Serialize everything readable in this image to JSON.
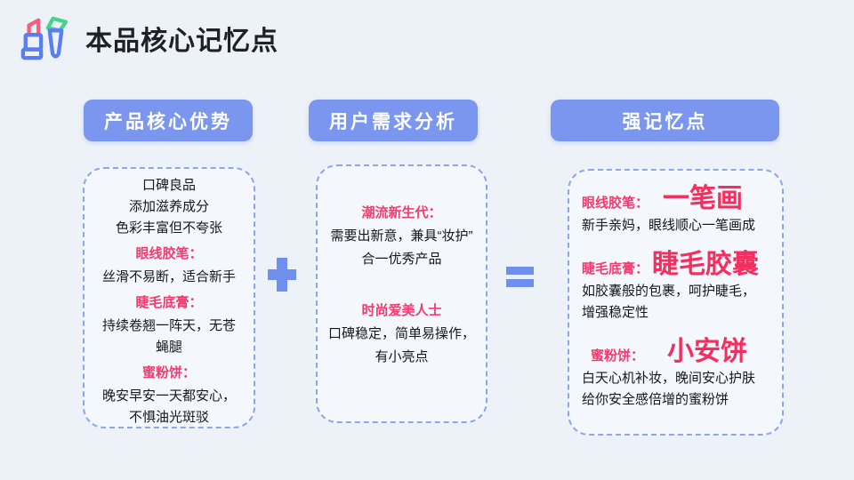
{
  "title": "本品核心记忆点",
  "colors": {
    "background": "#edf1f8",
    "header_pill_blue": "#7b96ee",
    "operator_blue": "#6f8fee",
    "box_border_blue": "#8ba6ee",
    "box_fill": "#f4f7fb",
    "label_pink": "#f43a6e",
    "highlight_red": "#f42f5f",
    "text_dark": "#17171f",
    "icon_lipstick_pink": "#f2607d",
    "icon_brush_green": "#44d58b",
    "icon_body_blue": "#5b7df2"
  },
  "icons": {
    "title_icon": "lipstick-and-makeup-brush-icon"
  },
  "operators": {
    "plus": "+",
    "equals": "="
  },
  "columns": [
    {
      "header": "产品核心优势",
      "items": [
        {
          "style": "plain",
          "text": "口碑良品"
        },
        {
          "style": "plain",
          "text": "添加滋养成分"
        },
        {
          "style": "plain",
          "text": "色彩丰富但不夸张"
        },
        {
          "style": "label",
          "text": "眼线胶笔："
        },
        {
          "style": "plain",
          "text": "丝滑不易断，适合新手"
        },
        {
          "style": "label",
          "text": "睫毛底膏："
        },
        {
          "style": "plain",
          "text": "持续卷翘一阵天，无苍蝇腿"
        },
        {
          "style": "label",
          "text": "蜜粉饼："
        },
        {
          "style": "plain",
          "text": "晚安早安一天都安心，不惧油光斑驳"
        }
      ]
    },
    {
      "header": "用户需求分析",
      "items": [
        {
          "style": "label",
          "text": "潮流新生代："
        },
        {
          "style": "plain",
          "text": "需要出新意，兼具“妆护”合一优秀产品"
        },
        {
          "style": "label",
          "text": "时尚爱美人士"
        },
        {
          "style": "plain",
          "text": "口碑稳定，简单易操作，有小亮点"
        }
      ]
    },
    {
      "header": "强记忆点",
      "groups": [
        {
          "label": "眼线胶笔：",
          "highlight": "一笔画",
          "desc": "新手亲妈，眼线顺心一笔画成"
        },
        {
          "label": "睫毛底膏：",
          "highlight": "睫毛胶囊",
          "desc": "如胶囊般的包裹，呵护睫毛，增强稳定性"
        },
        {
          "label": "蜜粉饼：",
          "highlight": "小安饼",
          "desc": "白天心机补妆，晚间安心护肤给你安全感倍增的蜜粉饼"
        }
      ]
    }
  ]
}
